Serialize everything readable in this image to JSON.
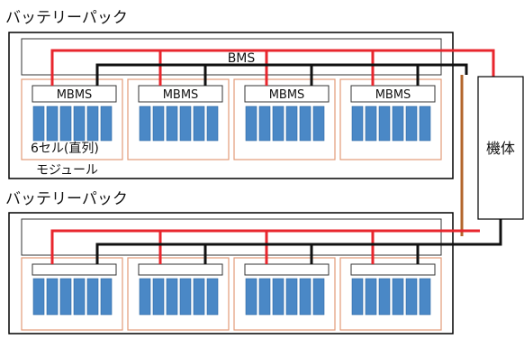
{
  "packs": [
    {
      "title": "バッテリーパック",
      "bms_label": "BMS",
      "mbms_labels": [
        "MBMS",
        "MBMS",
        "MBMS",
        "MBMS"
      ]
    },
    {
      "title": "バッテリーパック",
      "bms_label": "",
      "mbms_labels": [
        "",
        "",
        "",
        ""
      ]
    }
  ],
  "module_note": {
    "line1": "6セル(直列)",
    "line2": "モジュール"
  },
  "device_label": "機体",
  "colors": {
    "red_line": "#e8262d",
    "black_line": "#111111",
    "brown_line": "#b3652b",
    "cell_fill": "#4a88c6",
    "cell_stroke": "#2f6aa3",
    "module_border": "#e39b78",
    "pack_border": "#000000",
    "bms_border": "#333333"
  },
  "icons": {
    "cell": "battery-cell-rect"
  }
}
